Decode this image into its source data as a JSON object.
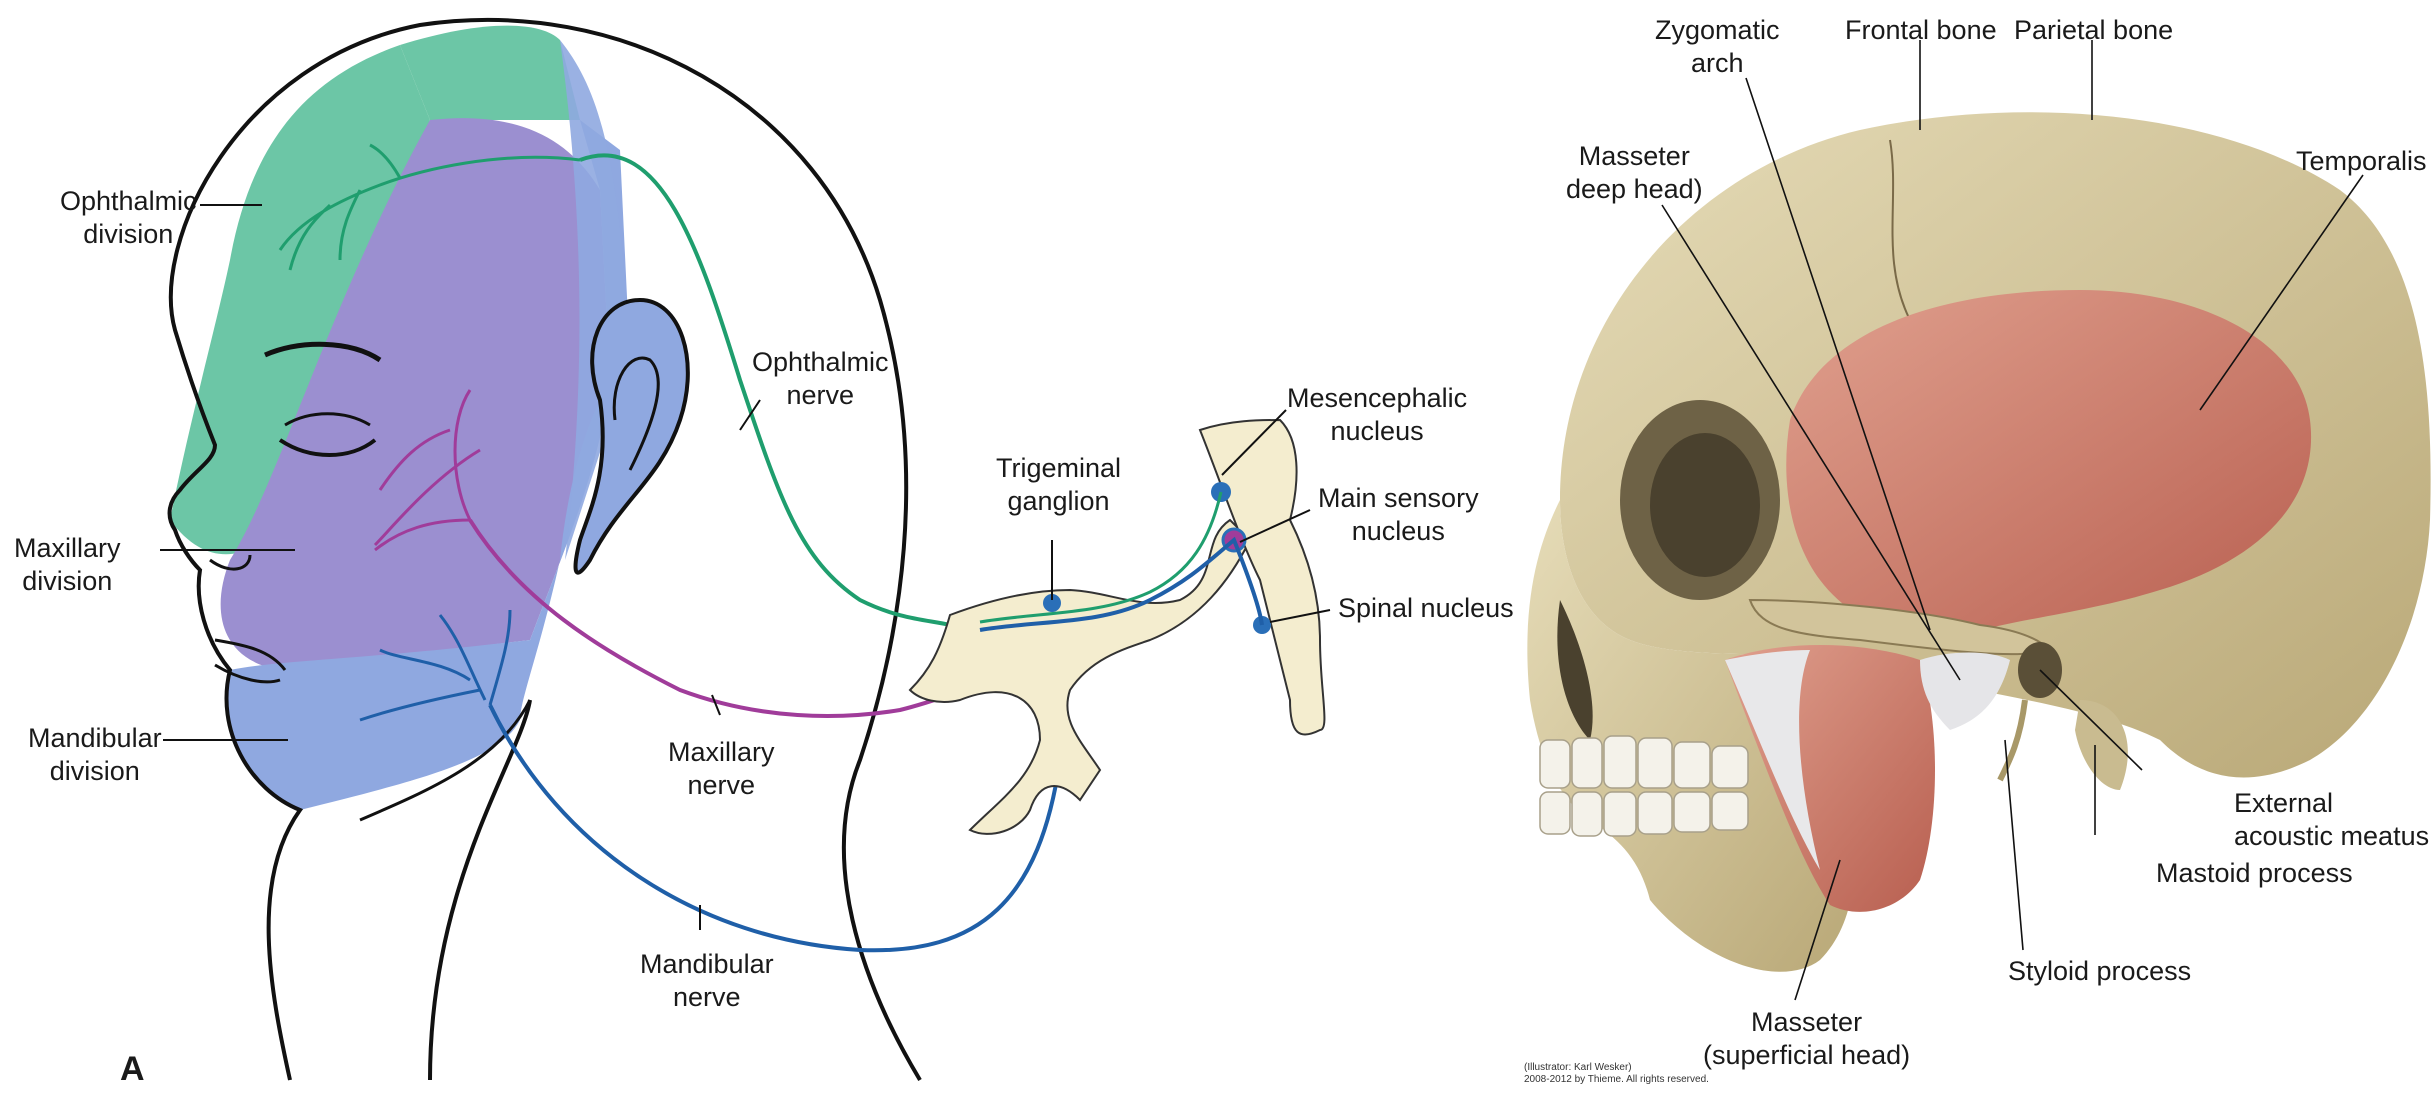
{
  "left_figure": {
    "panel_letter": "A",
    "labels": {
      "ophthalmic_division": [
        "Ophthalmic",
        "division"
      ],
      "maxillary_division": [
        "Maxillary",
        "division"
      ],
      "mandibular_division": [
        "Mandibular",
        "division"
      ],
      "ophthalmic_nerve": [
        "Ophthalmic",
        "nerve"
      ],
      "maxillary_nerve": [
        "Maxillary",
        "nerve"
      ],
      "mandibular_nerve": [
        "Mandibular",
        "nerve"
      ],
      "trigeminal_ganglion": [
        "Trigeminal",
        "ganglion"
      ],
      "mesencephalic_nucleus": [
        "Mesencephalic",
        "nucleus"
      ],
      "main_sensory_nucleus": [
        "Main sensory",
        "nucleus"
      ],
      "spinal_nucleus": [
        "Spinal nucleus"
      ]
    },
    "colors": {
      "ophthalmic": "#6cc6a6",
      "maxillary": "#9b8fd0",
      "mandibular": "#8fa8e0",
      "ophthalmic_nerve": "#1f9e6e",
      "maxillary_nerve": "#a03c9a",
      "mandibular_nerve": "#1f5fa8"
    }
  },
  "right_figure": {
    "labels": {
      "zygomatic_arch": [
        "Zygomatic",
        "arch"
      ],
      "frontal_bone": [
        "Frontal bone"
      ],
      "parietal_bone": [
        "Parietal bone"
      ],
      "masseter_deep_head": [
        "Masseter",
        "deep head)"
      ],
      "temporalis": [
        "Temporalis"
      ],
      "external_acoustic_meatus": [
        "External",
        "acoustic meatus"
      ],
      "mastoid_process": [
        "Mastoid process"
      ],
      "styloid_process": [
        "Styloid process"
      ],
      "masseter_superficial_head": [
        "Masseter",
        "(superficial head)"
      ]
    },
    "credit": [
      "(Illustrator: Karl Wesker)",
      "2008-2012 by Thieme.  All rights reserved."
    ],
    "colors": {
      "bone": "#d8cba3",
      "muscle": "#c9786a",
      "tendon": "#e8e8ea"
    }
  }
}
